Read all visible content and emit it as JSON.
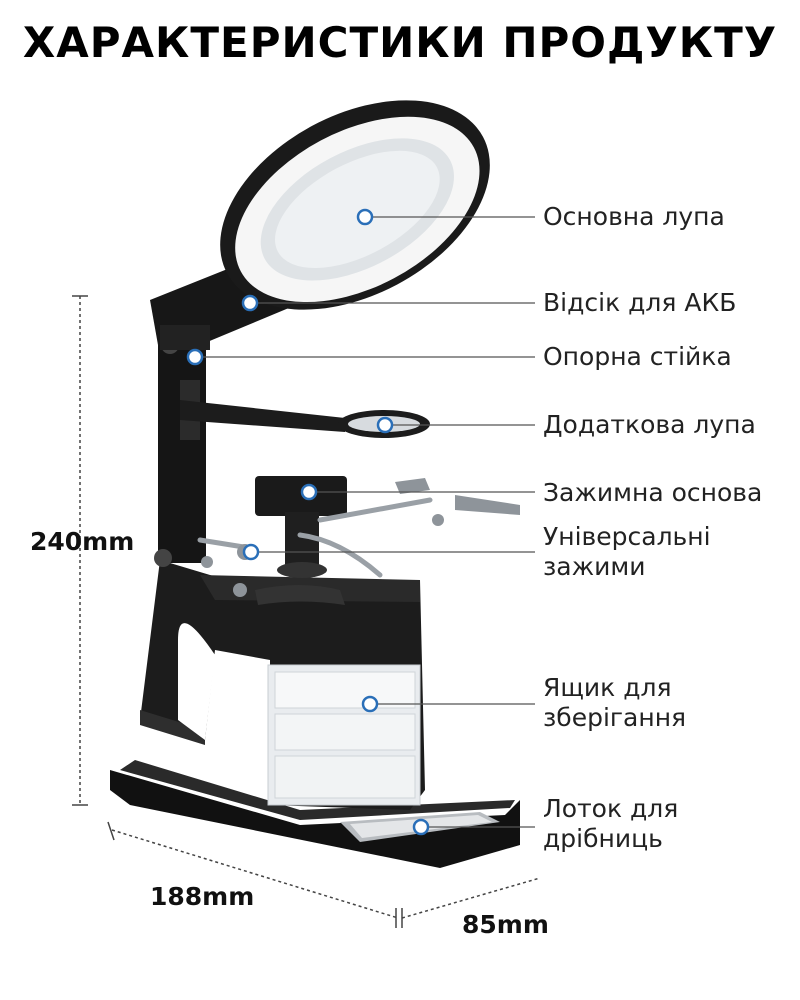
{
  "title": "ХАРАКТЕРИСТИКИ ПРОДУКТУ",
  "features": [
    {
      "id": "main-magnifier",
      "lines": [
        "Основна лупа"
      ]
    },
    {
      "id": "battery-compartment",
      "lines": [
        "Відсік для АКБ"
      ]
    },
    {
      "id": "support-stand",
      "lines": [
        "Опорна стійка"
      ]
    },
    {
      "id": "extra-magnifier",
      "lines": [
        "Додаткова лупа"
      ]
    },
    {
      "id": "clamp-base",
      "lines": [
        "Зажимна основа"
      ]
    },
    {
      "id": "universal-clamps",
      "lines": [
        "Універсальні",
        "зажими"
      ]
    },
    {
      "id": "storage-box",
      "lines": [
        "Ящик для",
        "зберігання"
      ]
    },
    {
      "id": "small-parts-tray",
      "lines": [
        "Лоток для",
        "дрібниць"
      ]
    }
  ],
  "dimensions": {
    "height": "240mm",
    "length": "188mm",
    "width": "85mm"
  },
  "colors": {
    "accent": "#2a6fb8",
    "product_body": "#1a1a1a",
    "leader_line": "#555555"
  }
}
